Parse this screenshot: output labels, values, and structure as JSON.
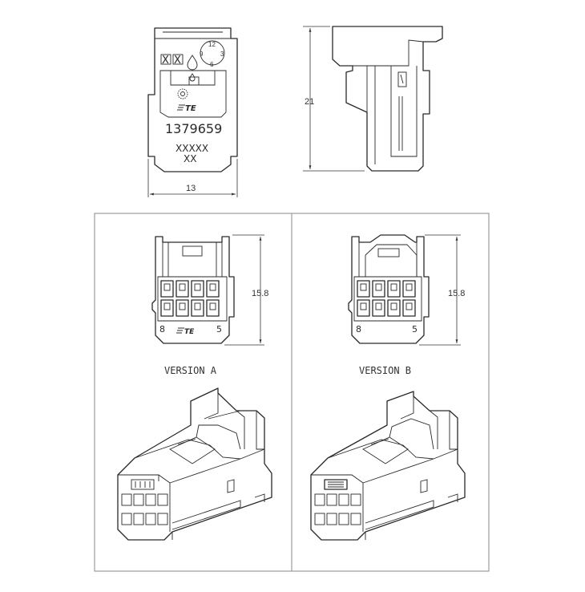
{
  "top_view": {
    "part_number": "1379659",
    "marking_line1": "XXXXX",
    "marking_line2": "XX",
    "clock_12": "12",
    "clock_9": "9",
    "clock_3": "3",
    "clock_6": "6",
    "logo_text": "TE",
    "box_marks": [
      "X",
      "X"
    ]
  },
  "dimensions": {
    "width": "13",
    "height": "21",
    "version_a_height": "15.8",
    "version_b_height": "15.8"
  },
  "version_a": {
    "label": "VERSION A",
    "pin_left": "8",
    "pin_right": "5",
    "logo_text": "TE"
  },
  "version_b": {
    "label": "VERSION B",
    "pin_left": "8",
    "pin_right": "5"
  }
}
